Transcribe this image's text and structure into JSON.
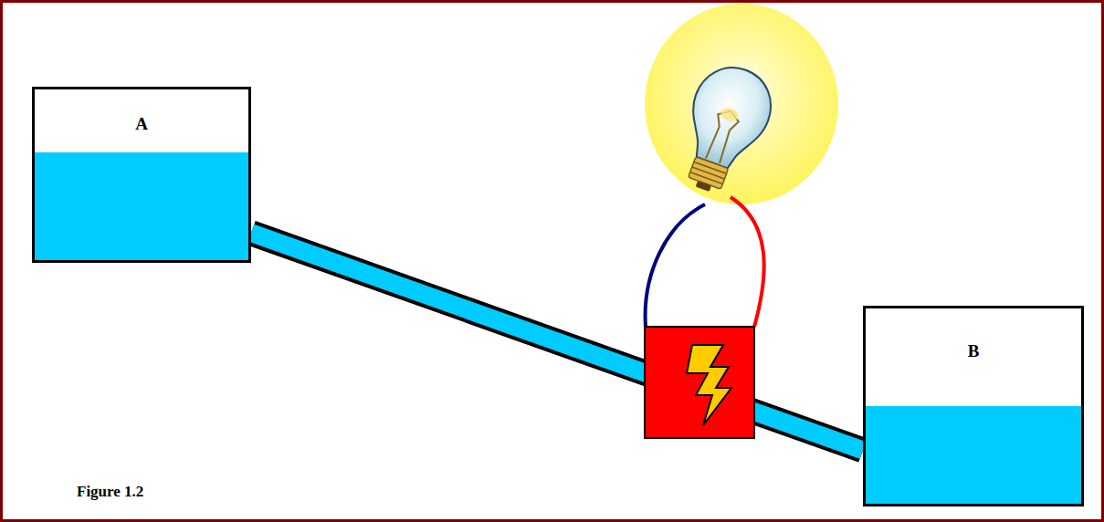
{
  "diagram": {
    "caption": "Figure 1.2",
    "nodes": [
      {
        "text": [
          "A"
        ]
      },
      {
        "text": [
          "B"
        ]
      }
    ],
    "edges": [
      {
        "from": 0,
        "to": 1,
        "arrow": "none"
      }
    ]
  }
}
